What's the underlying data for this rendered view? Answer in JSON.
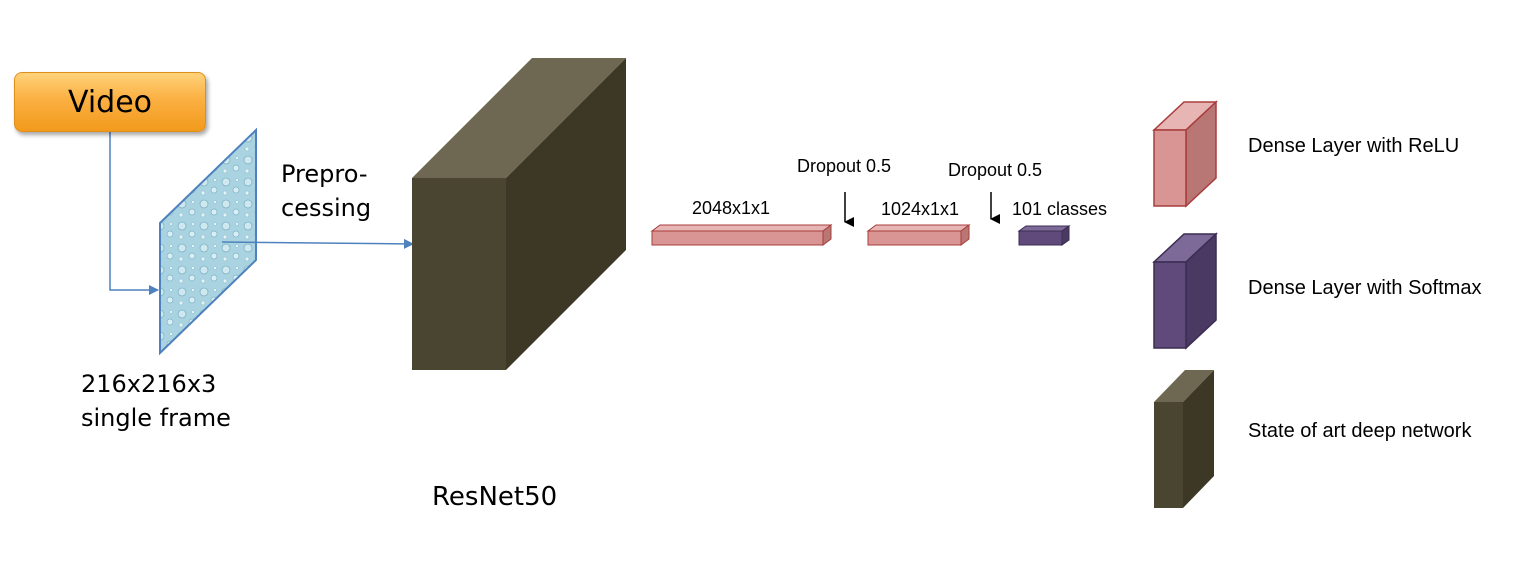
{
  "input": {
    "button_label": "Video",
    "frame_size": "216x216x3",
    "frame_caption": "single frame",
    "preprocessing_line1": "Prepro-",
    "preprocessing_line2": "cessing"
  },
  "network": {
    "backbone_label": "ResNet50",
    "layers": [
      {
        "size": "2048x1x1"
      },
      {
        "size": "1024x1x1"
      },
      {
        "size": "101 classes"
      }
    ],
    "dropouts": [
      "Dropout 0.5",
      "Dropout 0.5"
    ]
  },
  "legend": [
    {
      "label": "Dense Layer with ReLU",
      "icon": "relu-cube-icon",
      "color": "#d99594"
    },
    {
      "label": "Dense Layer with Softmax",
      "icon": "softmax-cube-icon",
      "color": "#604a7b"
    },
    {
      "label": "State of art deep network",
      "icon": "deep-network-cube-icon",
      "color": "#4a4530"
    }
  ],
  "colors": {
    "relu_front": "#d99594",
    "relu_top": "#e6b5b4",
    "relu_side": "#b87674",
    "relu_edge": "#a83e3c",
    "softmax_front": "#604a7b",
    "softmax_top": "#7d6a99",
    "softmax_side": "#4a3a63",
    "softmax_edge": "#3b2d52",
    "deep_front": "#4a4530",
    "deep_top": "#6e6852",
    "deep_side": "#3d3826",
    "arrow": "#4f81bd",
    "frame": "#a9d3e0",
    "frame_border": "#4f81bd",
    "button_fill": "#fbb042"
  }
}
